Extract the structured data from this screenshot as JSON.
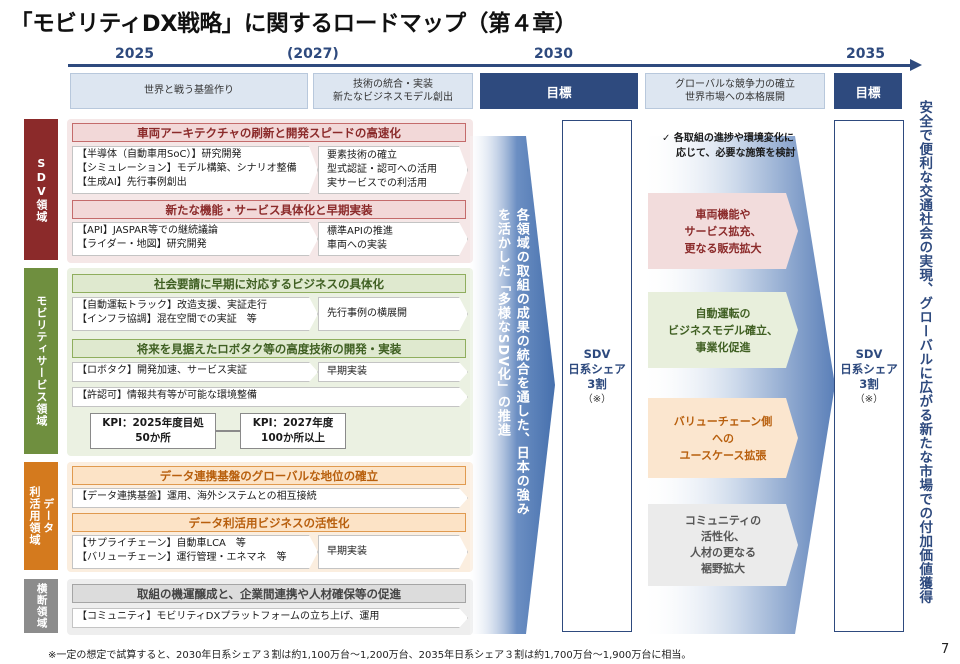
{
  "title": "「モビリティDX戦略」に関するロードマップ（第４章）",
  "years": [
    "2025",
    "(2027)",
    "2030",
    "2035"
  ],
  "phases": {
    "p1": "世界と戦う基盤作り",
    "p2a": "技術の統合・実装",
    "p2b": "新たなビジネスモデル創出",
    "goal1": "目標",
    "p3a": "グローバルな競争力の確立",
    "p3b": "世界市場への本格展開",
    "goal2": "目標"
  },
  "categories": {
    "sdv": "SDV領域",
    "mobility": "モビリティサービス領域",
    "data_a": "データ",
    "data_b": "利活用領域",
    "cross_a": "横断",
    "cross_b": "領域"
  },
  "sdv": {
    "band1": "車両アーキテクチャの刷新と開発スピードの高速化",
    "item1_l1": "【半導体（自動車用SoC）】研究開発",
    "item1_l2": "【シミュレーション】モデル構築、シナリオ整備",
    "item1_l3": "【生成AI】先行事例創出",
    "item1_next1": "要素技術の確立",
    "item1_next2": "型式認証・認可への活用",
    "item1_next3": "実サービスでの利活用",
    "band2": "新たな機能・サービス具体化と早期実装",
    "item2_l1": "【API】JASPAR等での継続議論",
    "item2_l2": "【ライダー・地図】研究開発",
    "item2_next1": "標準APIの推進",
    "item2_next2": "車両への実装"
  },
  "mobility": {
    "band1": "社会要請に早期に対応するビジネスの具体化",
    "item1_l1": "【自動運転トラック】改造支援、実証走行",
    "item1_l2": "【インフラ協調】混在空間での実証　等",
    "item1_next": "先行事例の横展開",
    "band2": "将来を見据えたロボタク等の高度技術の開発・実装",
    "item2_l1": "【ロボタク】開発加速、サービス実証",
    "item2_next": "早期実装",
    "item3_l1": "【許認可】情報共有等が可能な環境整備",
    "kpi1_l1": "KPI：2025年度目処",
    "kpi1_l2": "50か所",
    "kpi2_l1": "KPI：2027年度",
    "kpi2_l2": "100か所以上"
  },
  "data": {
    "band1": "データ連携基盤のグローバルな地位の確立",
    "item1_l1": "【データ連携基盤】運用、海外システムとの相互接続",
    "band2": "データ利活用ビジネスの活性化",
    "item2_l1": "【サプライチェーン】自動車LCA　等",
    "item2_l2": "【バリューチェーン】運行管理・エネマネ　等",
    "item2_next": "早期実装"
  },
  "cross": {
    "band1": "取組の機運醸成と、企業間連携や人材確保等の促進",
    "item1_l1": "【コミュニティ】モビリティDXプラットフォームの立ち上げ、運用"
  },
  "integration_text": "各領域の取組の成果の統合を通した、日本の強みを活かした「多様なSDV化」の推進",
  "sdv_target": {
    "l1": "SDV",
    "l2": "日系シェア",
    "l3": "3割",
    "l4": "（※）"
  },
  "note_check": "✓",
  "note_l1": "各取組の進捗や環境変化に",
  "note_l2": "応じて、必要な施策を検討",
  "outcomes": {
    "o1_l1": "車両機能や",
    "o1_l2": "サービス拡充、",
    "o1_l3": "更なる販売拡大",
    "o2_l1": "自動運転の",
    "o2_l2": "ビジネスモデル確立、",
    "o2_l3": "事業化促進",
    "o3_l1": "バリューチェーン側",
    "o3_l2": "への",
    "o3_l3": "ユースケース拡張",
    "o4_l1": "コミュニティの",
    "o4_l2": "活性化、",
    "o4_l3": "人材の更なる",
    "o4_l4": "裾野拡大"
  },
  "sdv_target2": {
    "l1": "SDV",
    "l2": "日系シェア",
    "l3": "3割",
    "l4": "（※）"
  },
  "vision": "安全で便利な交通社会の実現、グローバルに広がる新たな市場での付加価値獲得",
  "footnote": "※一定の想定で試算すると、2030年日系シェア３割は約1,100万台～1,200万台、2035年日系シェア３割は約1,700万台～1,900万台に相当。",
  "page_number": "7",
  "colors": {
    "navy": "#2e4a7e",
    "sdv": "#8b2a2a",
    "mobility": "#6f8f3f",
    "data": "#d47a1e",
    "cross": "#7a7a7a"
  }
}
